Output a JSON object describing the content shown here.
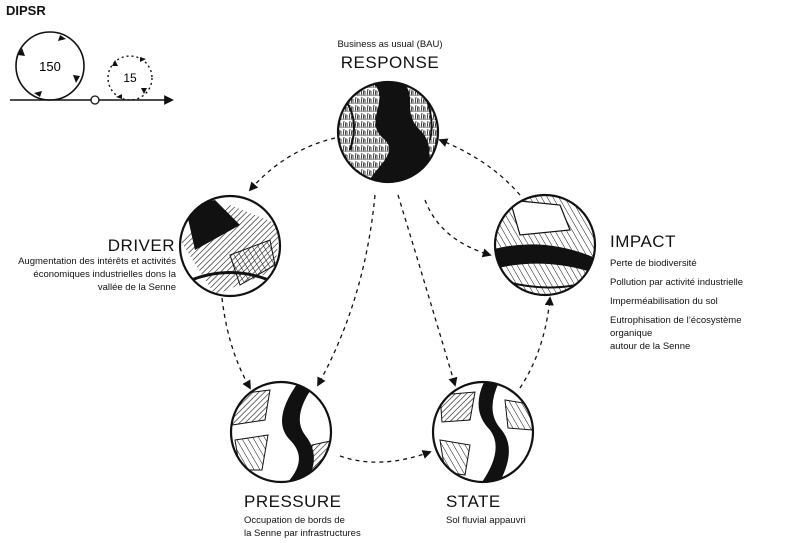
{
  "title": "DIPSR",
  "cycle_legend": {
    "big": "150",
    "small": "15"
  },
  "response": {
    "subtitle": "Business as usual (BAU)",
    "label": "RESPONSE"
  },
  "driver": {
    "label": "DRIVER",
    "lines": [
      "Augmentation des intérêts et activités",
      "économiques industrielles dons la",
      "vallée de la Senne"
    ]
  },
  "impact": {
    "label": "IMPACT",
    "items": [
      "Perte de biodiversité",
      "Pollution par activité industrielle",
      "Imperméabilisation du sol",
      "Eutrophisation de l’écosystème organique",
      "autour de la Senne"
    ]
  },
  "pressure": {
    "label": "PRESSURE",
    "lines": [
      "Occupation de bords de",
      "la Senne par infrastructures"
    ]
  },
  "state": {
    "label": "STATE",
    "lines": [
      "Sol fluvial appauvri"
    ]
  },
  "colors": {
    "ink": "#111111",
    "background": "#ffffff"
  }
}
